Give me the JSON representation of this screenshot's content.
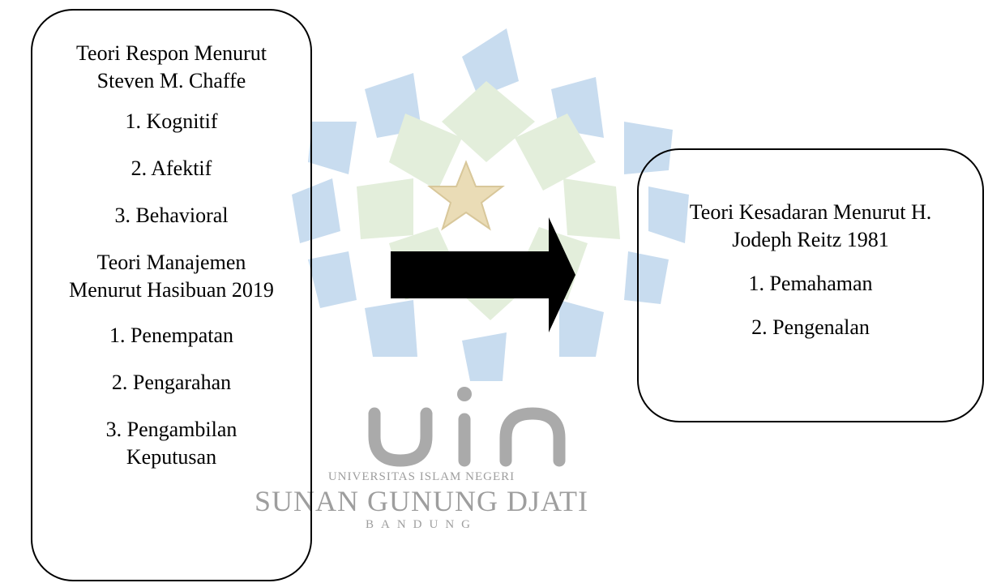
{
  "left_box": {
    "title": "Teori Respon Menurut Steven M. Chaffe",
    "items": [
      "1. Kognitif",
      "2. Afektif",
      "3. Behavioral"
    ],
    "title2": "Teori Manajemen Menurut Hasibuan 2019",
    "items2": [
      "1. Penempatan",
      "2. Pengarahan",
      "3. Pengambilan Keputusan"
    ]
  },
  "right_box": {
    "title": "Teori Kesadaran Menurut H. Jodeph Reitz 1981",
    "items": [
      "1. Pemahaman",
      "2. Pengenalan"
    ]
  },
  "watermark": {
    "line1": "UNIVERSITAS ISLAM NEGERI",
    "line2": "SUNAN GUNUNG DJATI",
    "line3": "BANDUNG",
    "logo_text": "uin",
    "colors": {
      "blue": "#c8dcef",
      "green": "#e3eedb",
      "gray": "#9e9e9e",
      "star": "#eadcb6"
    }
  },
  "arrow": {
    "direction": "right",
    "color": "#000000"
  }
}
